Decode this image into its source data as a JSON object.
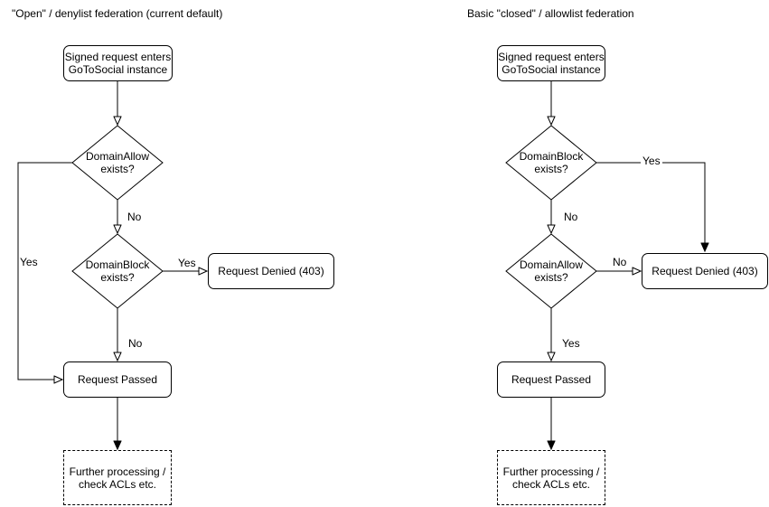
{
  "left": {
    "title": "\"Open\" / denylist federation (current default)",
    "nodes": {
      "start": "Signed request enters\nGoToSocial instance",
      "decision1": "DomainAllow\nexists?",
      "decision2": "DomainBlock\nexists?",
      "denied": "Request Denied (403)",
      "passed": "Request Passed",
      "further": "Further processing /\ncheck ACLs etc."
    },
    "edge_labels": {
      "decision1_no": "No",
      "decision1_yes": "Yes",
      "decision2_yes": "Yes",
      "decision2_no": "No"
    }
  },
  "right": {
    "title": "Basic \"closed\" / allowlist federation",
    "nodes": {
      "start": "Signed request enters\nGoToSocial instance",
      "decision1": "DomainBlock\nexists?",
      "decision2": "DomainAllow\nexists?",
      "denied": "Request Denied (403)",
      "passed": "Request Passed",
      "further": "Further processing /\ncheck ACLs etc."
    },
    "edge_labels": {
      "decision1_yes": "Yes",
      "decision1_no": "No",
      "decision2_no": "No",
      "decision2_yes": "Yes"
    }
  },
  "colors": {
    "stroke": "#000000",
    "shape_fill": "#ffffff",
    "text": "#000000",
    "background": "#ffffff"
  }
}
